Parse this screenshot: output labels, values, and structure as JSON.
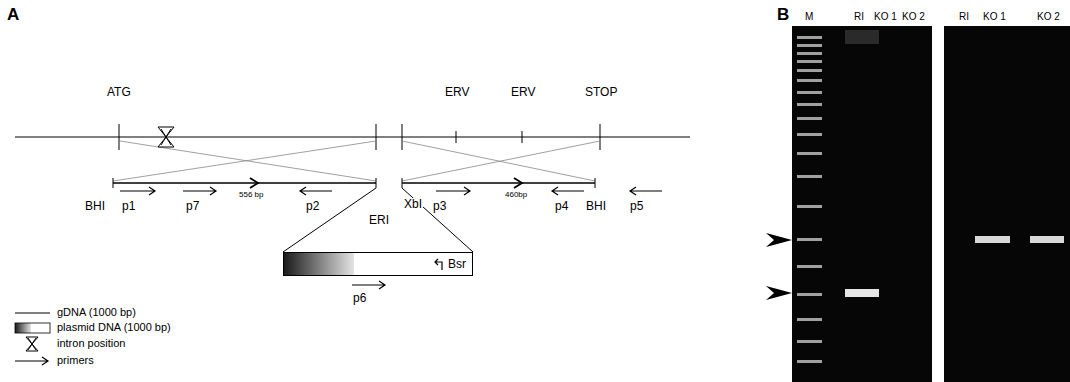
{
  "diagram": {
    "nodes": [
      {
        "text": [
          "Bsr"
        ]
      }
    ],
    "labels": [
      "A",
      "B",
      "ATG",
      "ERV",
      "ERV",
      "STOP",
      "BHI",
      "p1",
      "p7",
      "556 bp",
      "p2",
      "ERI",
      "XbI",
      "p3",
      "460bp",
      "p4",
      "BHI",
      "p5",
      "p6",
      "M",
      "RI",
      "KO 1",
      "KO 2",
      "RI",
      "KO 1",
      "KO 2"
    ],
    "legend": [
      {
        "text": "gDNA (1000 bp)"
      },
      {
        "text": "plasmid DNA (1000 bp)"
      },
      {
        "text": "intron position"
      },
      {
        "text": "primers"
      }
    ]
  }
}
